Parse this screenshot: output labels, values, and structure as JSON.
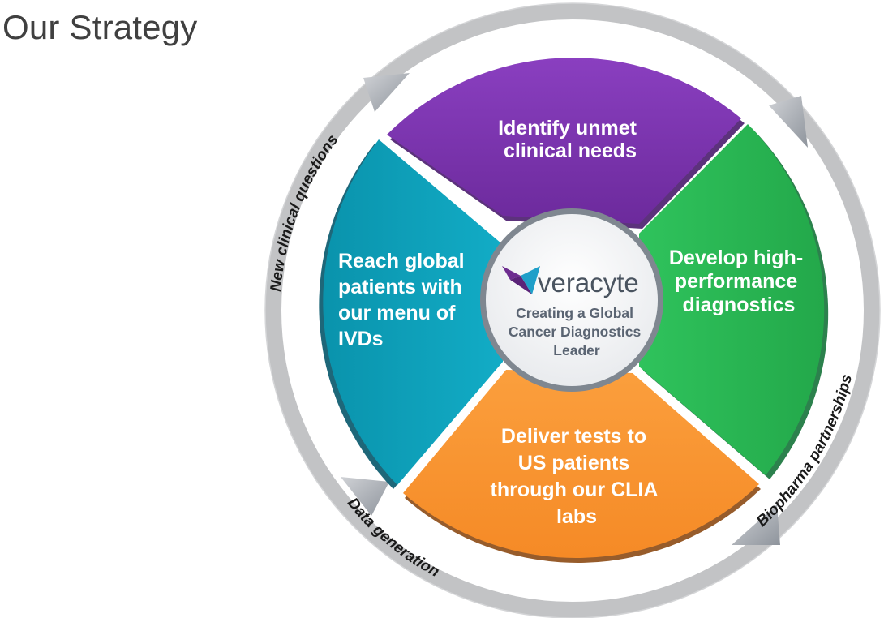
{
  "page": {
    "title": "Our Strategy"
  },
  "colors": {
    "purple": "#7b35ae",
    "green": "#2ab854",
    "orange": "#f99532",
    "teal": "#0ea3bd",
    "ring": "#c2c3c5",
    "center_fill": "#f6f7f9"
  },
  "quadrants": {
    "top": {
      "line1": "Identify unmet",
      "line2": "clinical needs"
    },
    "right": {
      "line1": "Develop high-",
      "line2": "performance",
      "line3": "diagnostics"
    },
    "bottom": {
      "line1": "Deliver tests to",
      "line2": "US patients",
      "line3": "through our CLIA",
      "line4": "labs"
    },
    "left": {
      "line1": "Reach global",
      "line2": "patients with",
      "line3": "our menu of",
      "line4": "IVDs"
    }
  },
  "center": {
    "brand": "veracyte",
    "line1": "Creating a Global",
    "line2": "Cancer Diagnostics",
    "line3": "Leader"
  },
  "ring_labels": {
    "upper_left": "New clinical questions",
    "lower_right": "Biopharma partnerships",
    "lower_left": "Data generation"
  }
}
